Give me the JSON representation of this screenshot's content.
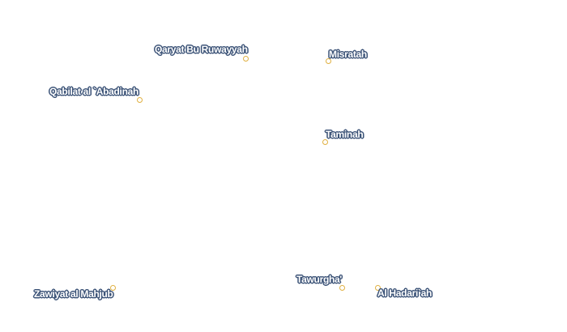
{
  "map": {
    "places": [
      {
        "id": "qaryat-bu-ruwayyah",
        "name": "Qaryat Bu Ruwayyah"
      },
      {
        "id": "misratah",
        "name": "Misratah"
      },
      {
        "id": "qabilat-al-abadinah",
        "name": "Qabilat al `Abadinah"
      },
      {
        "id": "taminah",
        "name": "Taminah"
      },
      {
        "id": "zawiyat-al-mahjub",
        "name": "Zawiyat al Mahjub"
      },
      {
        "id": "tawurgha",
        "name": "Tawurgha'"
      },
      {
        "id": "al-hadariah",
        "name": "Al Hadari`ah"
      }
    ],
    "colors": {
      "label_fill": "#ffffff",
      "label_halo": "#3d5478",
      "marker_stroke": "#e0b040",
      "background": "#ffffff"
    }
  }
}
